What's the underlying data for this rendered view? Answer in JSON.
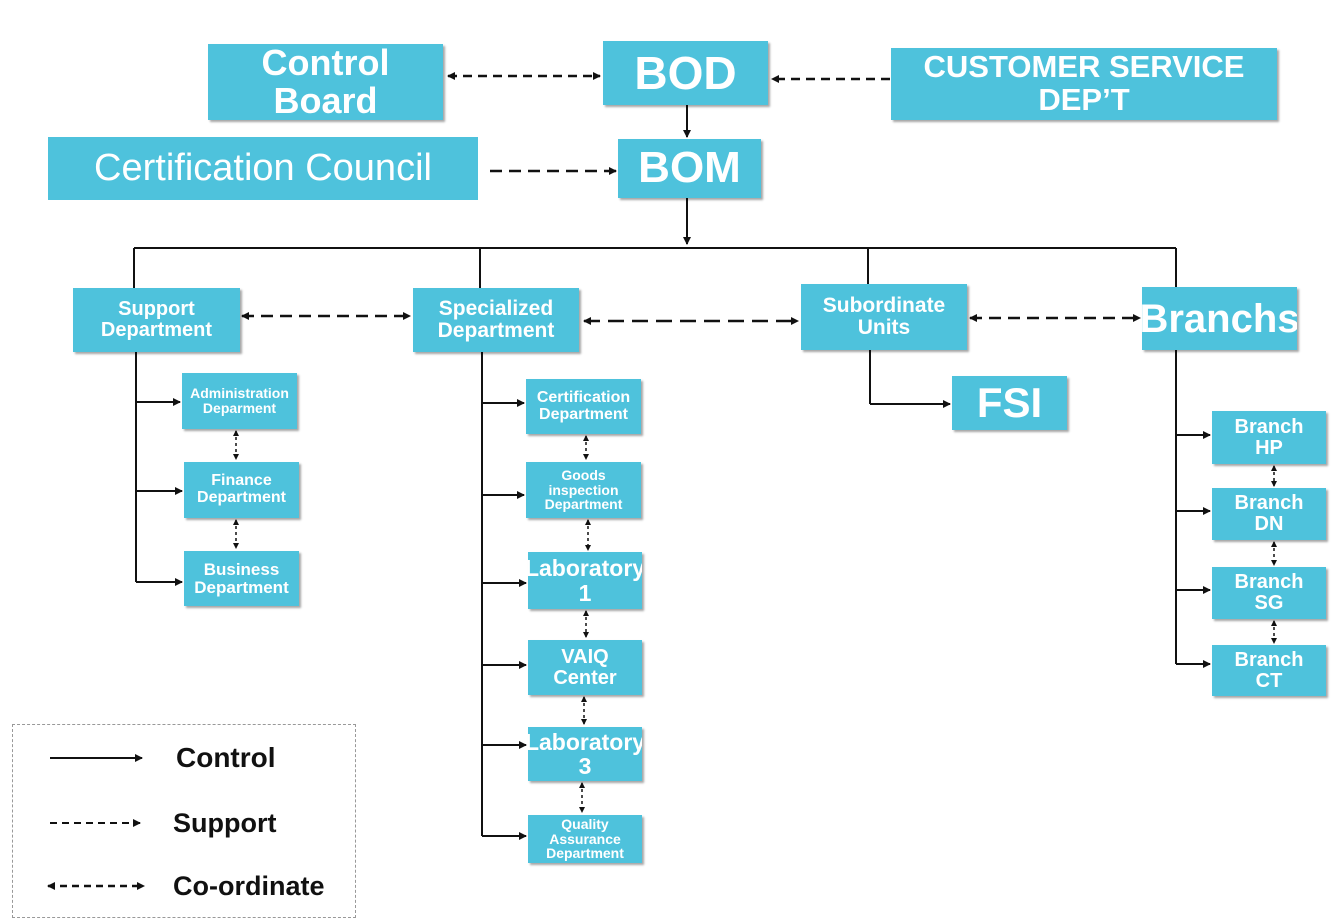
{
  "colors": {
    "box_fill": "#4ec2dc",
    "box_text": "#ffffff",
    "line": "#111111"
  },
  "top": {
    "control_board": "Control Board",
    "bod": "BOD",
    "customer_service": "CUSTOMER SERVICE DEP’T",
    "certification_council": "Certification Council",
    "bom": "BOM"
  },
  "divisions": {
    "support": "Support\nDepartment",
    "specialized": "Specialized\nDepartment",
    "subordinate": "Subordinate\nUnits",
    "branchs": "Branchs"
  },
  "support_units": [
    "Administration\nDeparment",
    "Finance\nDepartment",
    "Business\nDepartment"
  ],
  "specialized_units": [
    "Certification\nDepartment",
    "Goods inspection\nDepartment",
    "Laboratory 1",
    "VAIQ\nCenter",
    "Laboratory 3",
    "Quality Assurance\nDepartment"
  ],
  "subordinate_units": [
    "FSI"
  ],
  "branches": [
    "Branch\nHP",
    "Branch\nDN",
    "Branch\nSG",
    "Branch\nCT"
  ],
  "legend": {
    "control": "Control",
    "support": "Support",
    "coordinate": "Co-ordinate"
  }
}
